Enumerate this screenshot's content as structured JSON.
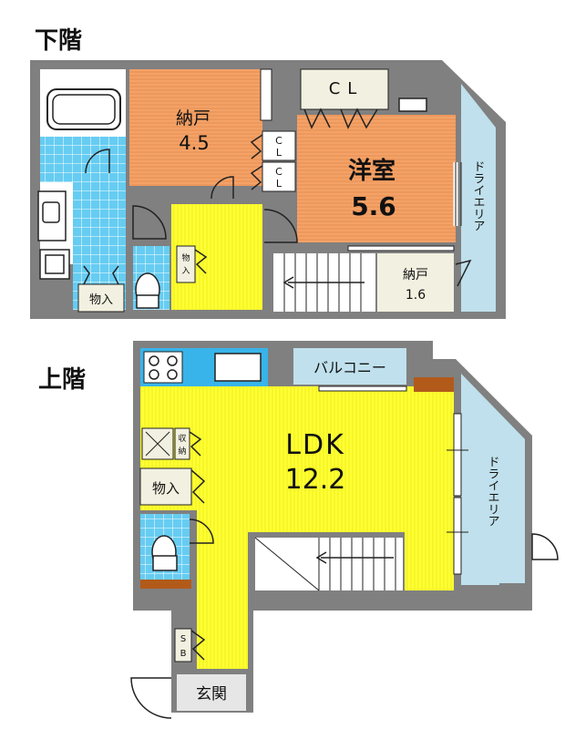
{
  "lower_floor": {
    "title": "下階",
    "rooms": {
      "storage_nando": {
        "name": "納戸",
        "size": "4.5"
      },
      "western_room": {
        "name": "洋室",
        "size": "5.6"
      },
      "closet_cl": "CL",
      "closet_small_1": {
        "l1": "C",
        "l2": "L"
      },
      "closet_small_2": {
        "l1": "C",
        "l2": "L"
      },
      "dry_area": "ドライエリア",
      "storage_small": {
        "name": "納戸",
        "size": "1.6"
      },
      "monoire_bath": "物入",
      "monoire_small": {
        "l1": "物",
        "l2": "入"
      }
    }
  },
  "upper_floor": {
    "title": "上階",
    "rooms": {
      "ldk": {
        "name": "LDK",
        "size": "12.2"
      },
      "balcony": "バルコニー",
      "dry_area": "ドライエリア",
      "monoire": "物入",
      "shuno": {
        "l1": "収",
        "l2": "納"
      },
      "shoe_box": {
        "l1": "S",
        "l2": "B"
      },
      "entrance": "玄関"
    }
  },
  "colors": {
    "wall": "#808080",
    "orange_room": "#f4a267",
    "yellow_floor": "#ffff33",
    "bath_tile": "#66ccf2",
    "light_blue": "#bfe0ec",
    "beige": "#f2f0e0",
    "brown": "#b25a1a"
  }
}
